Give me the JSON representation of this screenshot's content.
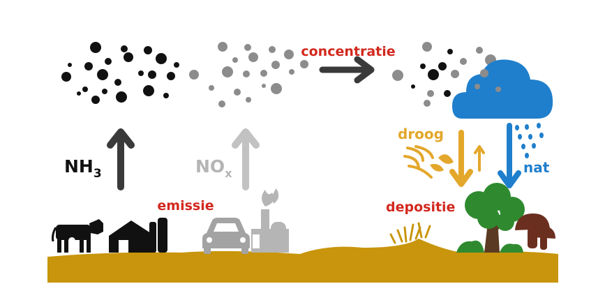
{
  "labels": {
    "concentratie": "concentratie",
    "nh3_base": "NH",
    "nh3_sub": "3",
    "nox_base": "NO",
    "nox_sub": "x",
    "emissie": "emissie",
    "depositie": "depositie",
    "droog": "droog",
    "nat": "nat"
  },
  "colors": {
    "red": "#d2281e",
    "black": "#111111",
    "gray": "#9b9b9b",
    "light_gray": "#c2c2c2",
    "dark_arrow": "#3a3a3a",
    "orange": "#e3a72b",
    "blue": "#1f7fcc",
    "ground": "#c8950c",
    "tree_green": "#2f8a2f",
    "trunk": "#5a3a22",
    "mushroom": "#6b2f1f"
  },
  "icons": {
    "source_1": "cow-icon",
    "source_2": "barn-icon",
    "source_3": "car-icon",
    "source_4": "factory-icon",
    "cloud": "rain-cloud-icon",
    "wind": "wind-leaves-icon",
    "tree": "tree-icon",
    "mushroom": "mushroom-icon",
    "grass": "grass-icon"
  }
}
